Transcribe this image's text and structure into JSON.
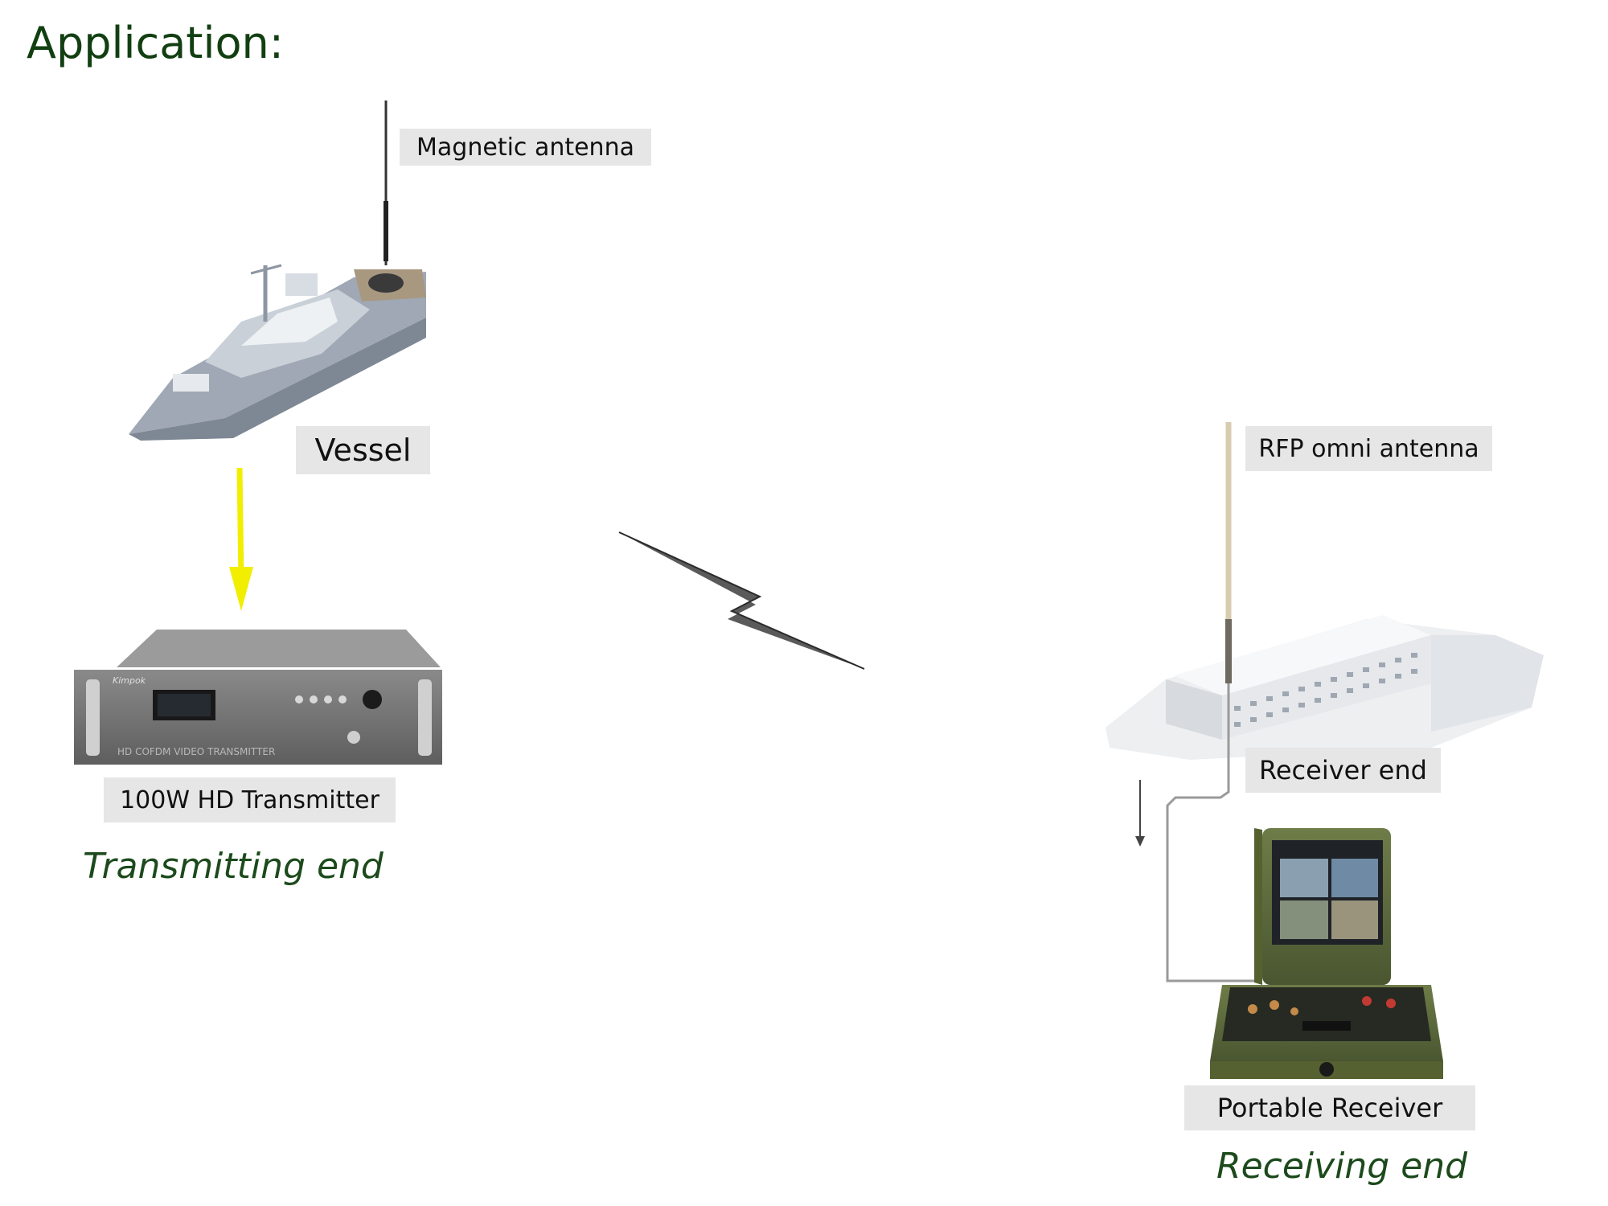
{
  "heading": "Application:",
  "labels": {
    "magnetic_antenna": "Magnetic antenna",
    "vessel": "Vessel",
    "transmitter": "100W HD Transmitter",
    "rfp_antenna": "RFP omni antenna",
    "receiver_end": "Receiver end",
    "portable_receiver": "Portable Receiver"
  },
  "sections": {
    "transmitting": "Transmitting end",
    "receiving": "Receiving end"
  },
  "device_text": {
    "brand": "Kimpok",
    "panel": "HD COFDM  VIDEO  TRANSMITTER"
  },
  "colors": {
    "heading": "#123f12",
    "section": "#1c4a1c",
    "label_bg": "#e6e6e6",
    "arrow": "#f2ee00",
    "case": "#5d6b3c"
  },
  "icons": [
    "ship-icon",
    "antenna-icon",
    "rack-transmitter-icon",
    "lightning-icon",
    "building-icon",
    "rugged-case-icon",
    "down-arrow-icon"
  ]
}
